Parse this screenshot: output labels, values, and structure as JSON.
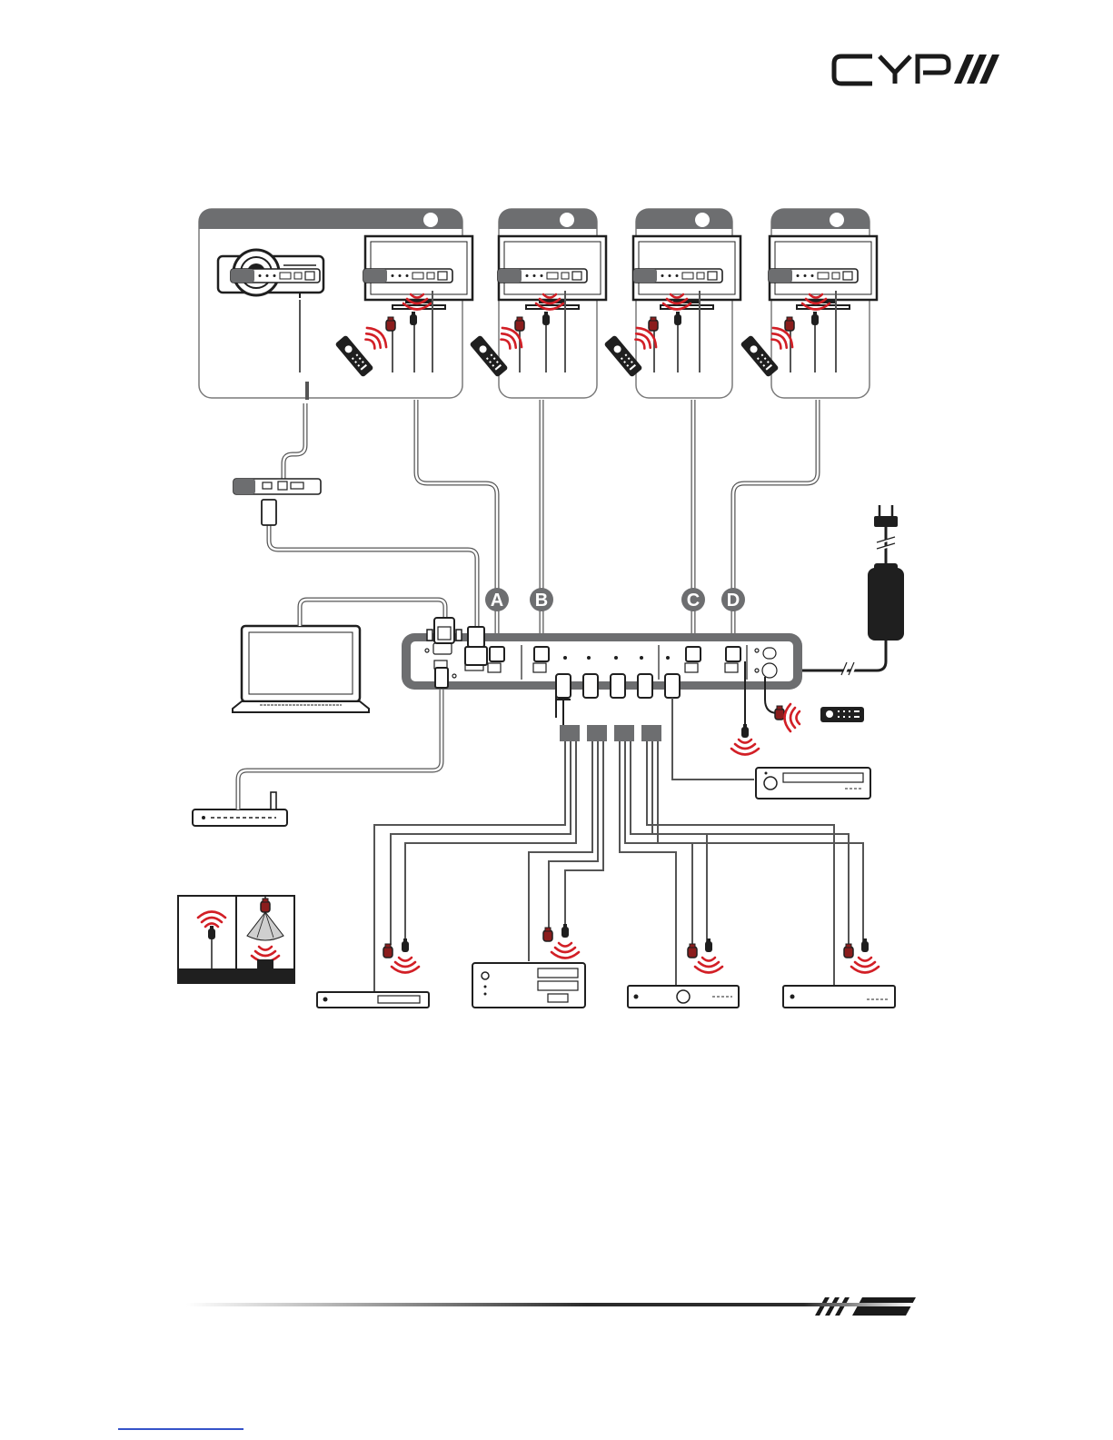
{
  "brand": {
    "logo_text": "CYP",
    "ink_color": "#1a1a1a"
  },
  "labels": {
    "port_a": "A",
    "port_b": "B",
    "port_c": "C",
    "port_d": "D"
  },
  "colors": {
    "room_header": "#6d6e70",
    "room_border": "#7a7a7a",
    "ir_signal": "#d21f26",
    "ir_bulb": "#8b1d1d",
    "device_stroke": "#1f1f1f",
    "cable": "#555555",
    "label_circle": "#6d6e70",
    "footer_link": "#3553c9"
  },
  "icons": [
    "projector-icon",
    "display-icon",
    "remote-control-icon",
    "ir-blaster-icon",
    "ir-receiver-icon",
    "hdbaset-receiver-icon",
    "laptop-icon",
    "router-icon",
    "power-adapter-icon",
    "power-plug-icon",
    "audio-amplifier-icon",
    "blu-ray-player-icon",
    "pc-tower-icon",
    "set-top-box-icon",
    "matrix-switch-icon"
  ]
}
